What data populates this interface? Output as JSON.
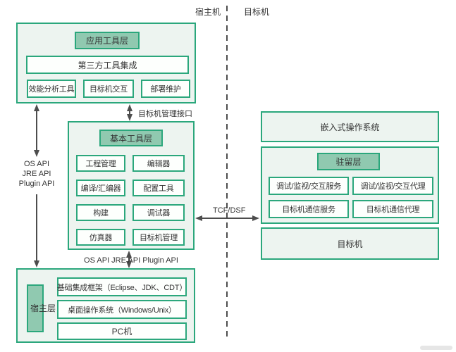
{
  "page": {
    "host_region_label": "宿主机",
    "target_region_label": "目标机"
  },
  "colors": {
    "accent": "#2ba77c",
    "header_fill": "#90c9b0",
    "panel_fill": "#edf4f0",
    "box_fill": "#fdfffd",
    "line": "#4d4d4d",
    "text": "#333333"
  },
  "app_tool_layer": {
    "title": "应用工具层",
    "integration": "第三方工具集成",
    "tools": [
      "效能分析工具",
      "目标机交互",
      "部署维护"
    ]
  },
  "basic_tool_layer": {
    "title": "基本工具层",
    "items": [
      "工程管理",
      "编辑器",
      "编译/汇编器",
      "配置工具",
      "构建",
      "调试器",
      "仿真器",
      "目标机管理"
    ]
  },
  "host_layer": {
    "title": "宿主层",
    "items": [
      "基础集成框架（Eclipse、JDK、CDT）",
      "桌面操作系统（Windows/Unix）",
      "PC机"
    ]
  },
  "target_side": {
    "embedded_os": "嵌入式操作系统",
    "resident_layer": {
      "title": "驻留层",
      "items": [
        "调试/监视/交互服务",
        "调试/监视/交互代理",
        "目标机通信服务",
        "目标机通信代理"
      ]
    },
    "target_machine": "目标机"
  },
  "connectors": {
    "left_api_lines": [
      "OS API",
      "JRE API",
      "Plugin API"
    ],
    "target_mgmt_interface": "目标机管理接口",
    "bottom_api": "OS API JRE API Plugin API",
    "tcf_dsf": "TCF/DSF"
  }
}
